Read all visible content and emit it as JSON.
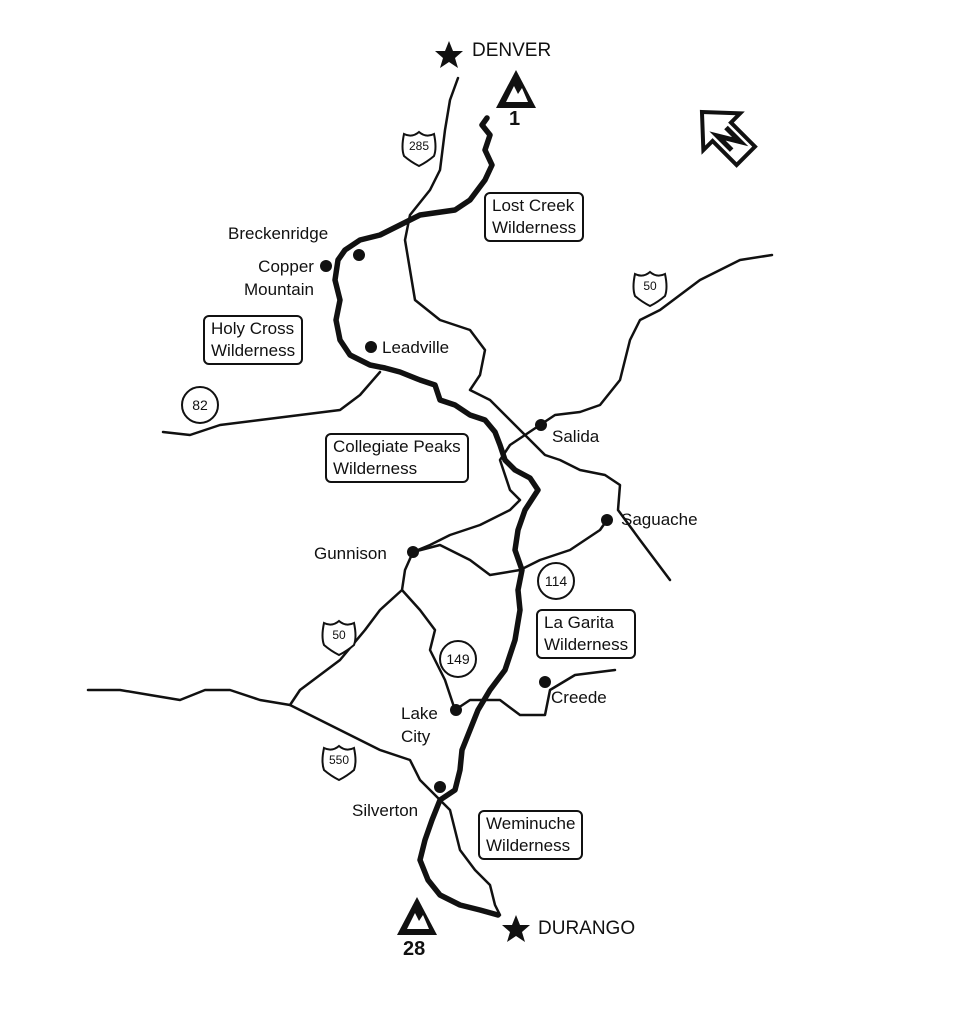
{
  "cities": {
    "denver": "DENVER",
    "durango": "DURANGO",
    "breckenridge": "Breckenridge",
    "copper_mountain": "Copper\nMountain",
    "leadville": "Leadville",
    "salida": "Salida",
    "saguache": "Saguache",
    "gunnison": "Gunnison",
    "creede": "Creede",
    "lake_city": "Lake\nCity",
    "silverton": "Silverton"
  },
  "wilderness": {
    "lost_creek": "Lost Creek\nWilderness",
    "holy_cross": "Holy Cross\nWilderness",
    "collegiate_peaks": "Collegiate Peaks\nWilderness",
    "la_garita": "La Garita\nWilderness",
    "weminuche": "Weminuche\nWilderness"
  },
  "routes": {
    "us285": "285",
    "us50_east": "50",
    "co82": "82",
    "co114": "114",
    "us50_west": "50",
    "co149": "149",
    "us550": "550"
  },
  "segments": {
    "start": "1",
    "end": "28"
  },
  "icons": [
    "star-icon",
    "trailhead-mountain-icon",
    "north-arrow-icon",
    "us-highway-shield-icon",
    "state-route-circle-icon"
  ]
}
